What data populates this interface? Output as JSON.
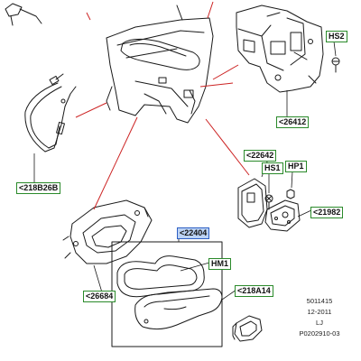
{
  "callouts": {
    "hs2": "HS2",
    "p26412": "<26412",
    "p22642": "<22642",
    "hs1": "HS1",
    "hp1": "HP1",
    "p21982": "<21982",
    "p218b26b": "<218B26B",
    "p22404": "<22404",
    "hm1": "HM1",
    "p218a14": "<218A14",
    "p26684": "<26684"
  },
  "stamp": {
    "number": "5011415",
    "date": "12-2011",
    "vehicle": "LJ",
    "ref": "P0202910-03"
  },
  "colors": {
    "leader": "#cc2222",
    "line": "#1a1a1a",
    "callout_border": "#2a8a2a",
    "active_bg": "#bcd3f5",
    "active_border": "#2d5fc4"
  }
}
